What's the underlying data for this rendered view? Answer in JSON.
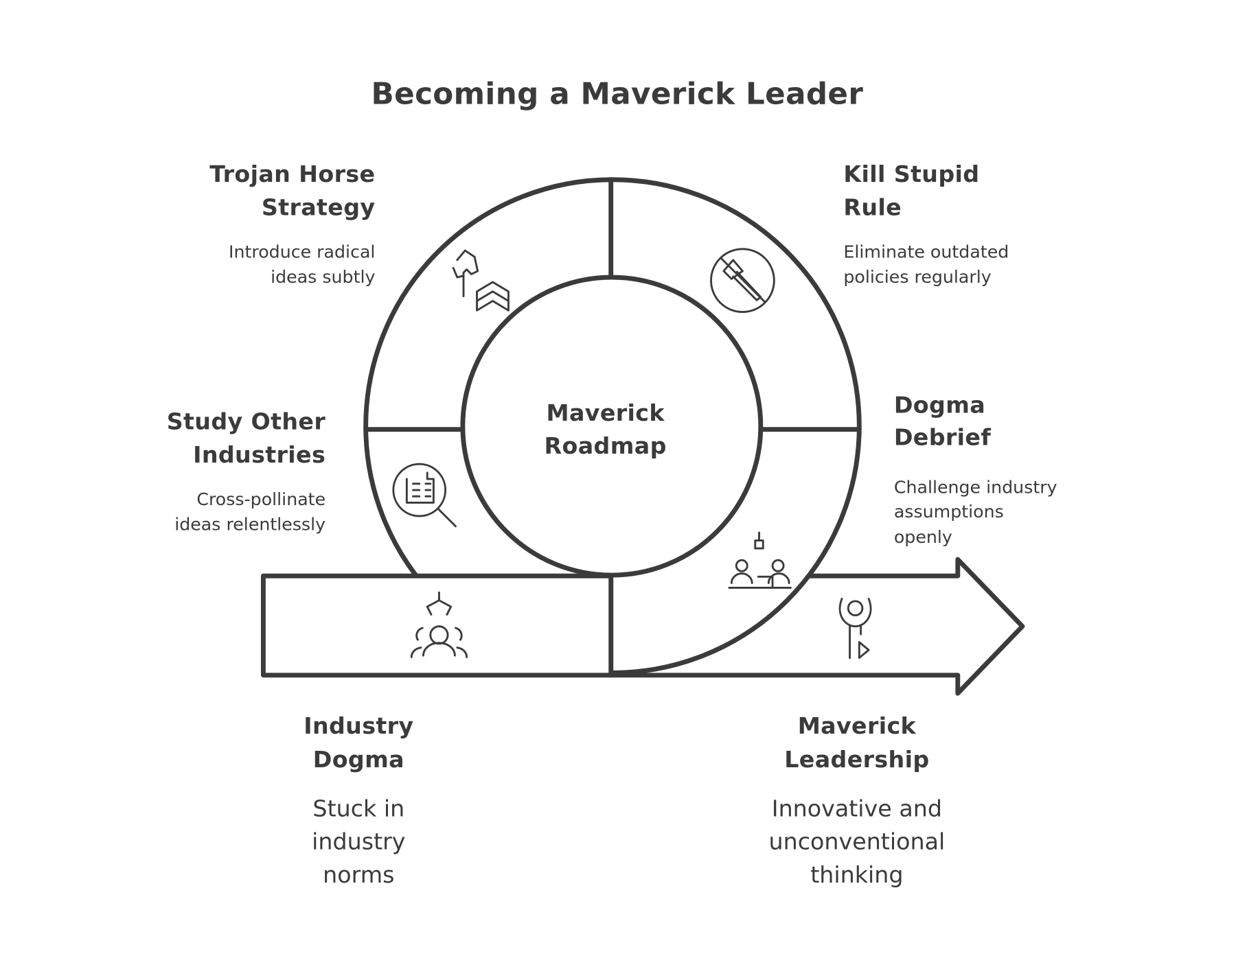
{
  "title": "Becoming a Maverick Leader",
  "center": {
    "line1": "Maverick",
    "line2": "Roadmap"
  },
  "steps": {
    "trojan": {
      "title1": "Trojan Horse",
      "title2": "Strategy",
      "desc1": "Introduce radical",
      "desc2": "ideas subtly",
      "icon": "trojan-horse-icon"
    },
    "kill": {
      "title1": "Kill Stupid",
      "title2": "Rule",
      "desc1": "Eliminate outdated",
      "desc2": "policies regularly",
      "icon": "no-axe-icon"
    },
    "study": {
      "title1": "Study Other",
      "title2": "Industries",
      "desc1": "Cross-pollinate",
      "desc2": "ideas relentlessly",
      "icon": "building-search-icon"
    },
    "debrief": {
      "title1": "Dogma",
      "title2": "Debrief",
      "desc1": "Challenge industry",
      "desc2": "assumptions",
      "desc3": "openly",
      "icon": "meeting-icon"
    }
  },
  "start": {
    "title1": "Industry",
    "title2": "Dogma",
    "desc1": "Stuck in",
    "desc2": "industry",
    "desc3": "norms",
    "icon": "claw-person-icon"
  },
  "end": {
    "title1": "Maverick",
    "title2": "Leadership",
    "desc1": "Innovative and",
    "desc2": "unconventional",
    "desc3": "thinking",
    "icon": "person-arms-up-icon"
  },
  "colors": {
    "stroke": "#3b3b3b",
    "fill": "#ffffff"
  }
}
